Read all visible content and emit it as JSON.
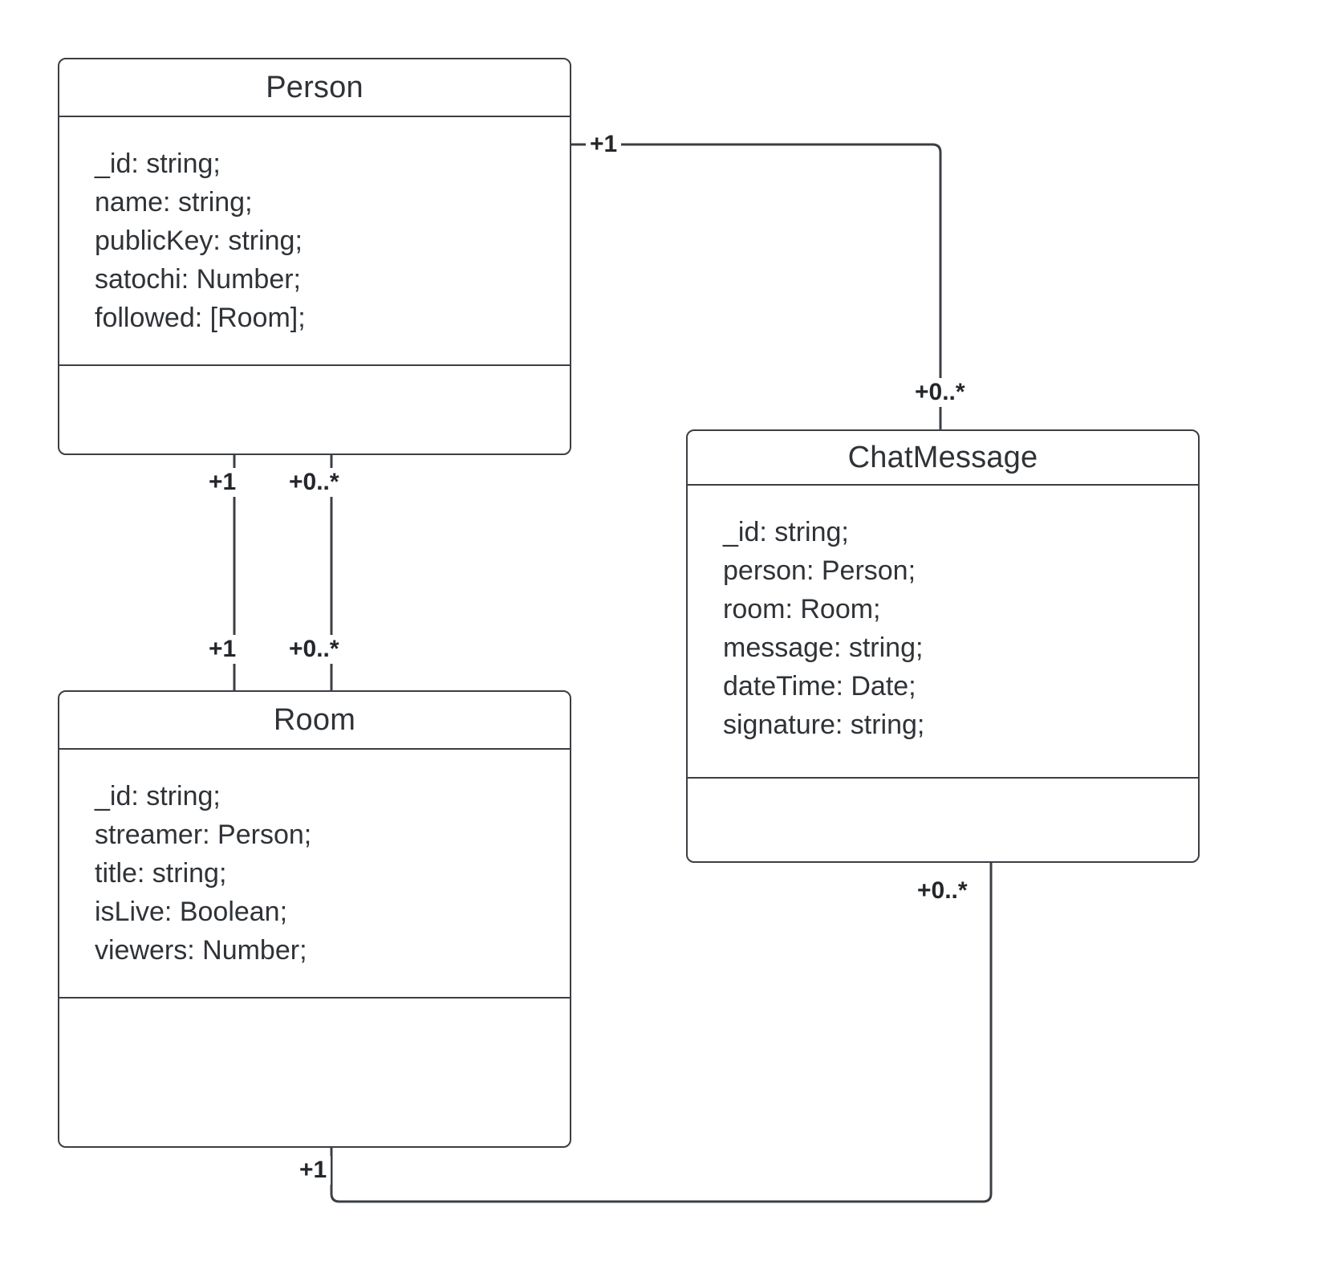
{
  "diagram": {
    "type": "uml-class-diagram",
    "background_color": "#ffffff",
    "stroke_color": "#3b3f44",
    "text_color": "#2f3337",
    "classes": [
      {
        "id": "person",
        "name": "Person",
        "attributes": [
          "_id: string;",
          "name: string;",
          "publicKey: string;",
          "satochi: Number;",
          "followed: [Room];"
        ],
        "methods": []
      },
      {
        "id": "room",
        "name": "Room",
        "attributes": [
          "_id: string;",
          "streamer: Person;",
          "title: string;",
          "isLive: Boolean;",
          "viewers: Number;"
        ],
        "methods": []
      },
      {
        "id": "chatmessage",
        "name": "ChatMessage",
        "attributes": [
          "_id: string;",
          "person: Person;",
          "room: Room;",
          "message: string;",
          "dateTime: Date;",
          "signature: string;"
        ],
        "methods": []
      }
    ],
    "relationships": [
      {
        "id": "person-chatmessage",
        "from": "Person",
        "to": "ChatMessage",
        "source_multiplicity": "+1",
        "target_multiplicity": "+0..*"
      },
      {
        "id": "person-room-streamer",
        "from": "Person",
        "to": "Room",
        "source_multiplicity": "+1",
        "target_multiplicity": "+1"
      },
      {
        "id": "person-room-followed",
        "from": "Person",
        "to": "Room",
        "source_multiplicity": "+0..*",
        "target_multiplicity": "+0..*"
      },
      {
        "id": "room-chatmessage",
        "from": "Room",
        "to": "ChatMessage",
        "source_multiplicity": "+1",
        "target_multiplicity": "+0..*"
      }
    ],
    "labels": {
      "person_to_chatmessage_source": "+1",
      "person_to_chatmessage_target": "+0..*",
      "person_to_room_streamer_top": "+1",
      "person_to_room_streamer_bottom": "+1",
      "person_to_room_followed_top": "+0..*",
      "person_to_room_followed_bottom": "+0..*",
      "room_to_chatmessage_source": "+1",
      "room_to_chatmessage_target": "+0..*"
    }
  }
}
